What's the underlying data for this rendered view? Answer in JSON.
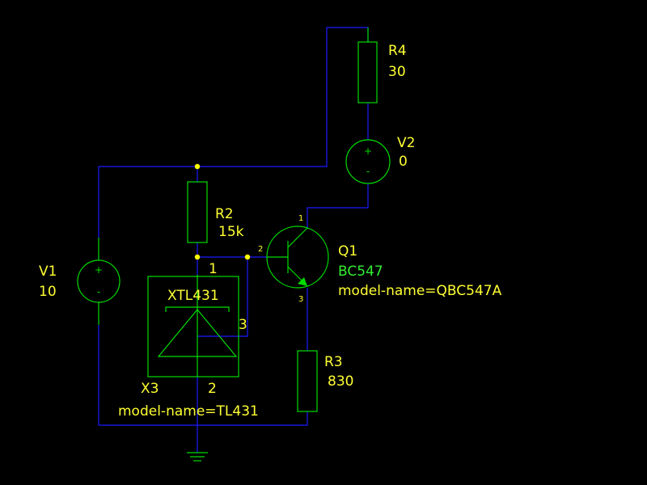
{
  "components": {
    "r4": {
      "ref": "R4",
      "value": "30"
    },
    "v2": {
      "ref": "V2",
      "value": "0"
    },
    "r2": {
      "ref": "R2",
      "value": "15k"
    },
    "v1": {
      "ref": "V1",
      "value": "10"
    },
    "q1": {
      "ref": "Q1",
      "part": "BC547",
      "model": "model-name=QBC547A",
      "pins": {
        "collector": "1",
        "base": "2",
        "emitter": "3"
      }
    },
    "x3": {
      "ref": "X3",
      "part": "XTL431",
      "model": "model-name=TL431",
      "pins": {
        "cathode": "1",
        "anode": "2",
        "ref": "3"
      }
    },
    "r3": {
      "ref": "R3",
      "value": "830"
    }
  },
  "source_symbols": {
    "plus": "+",
    "minus": "-"
  },
  "colors": {
    "background": "#000000",
    "wire": "#1a1aff",
    "component": "#00dd00",
    "label": "#ffff33",
    "part_name": "#33ee33",
    "junction": "#ffff00"
  }
}
